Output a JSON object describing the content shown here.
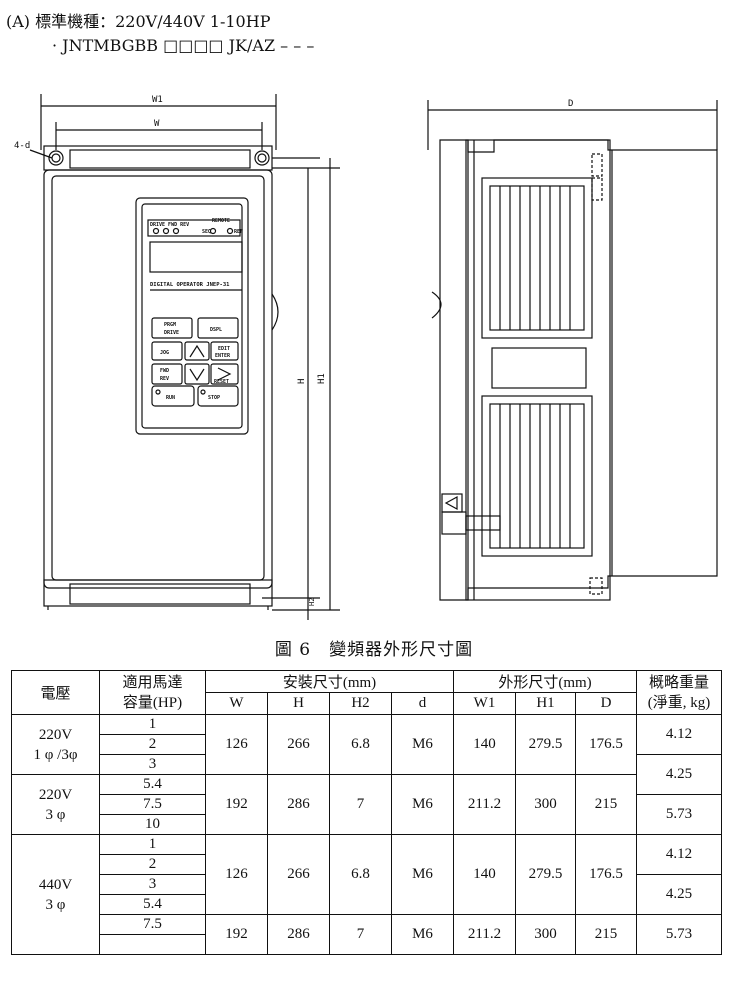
{
  "header": {
    "line1": "(A) 標準機種：220V/440V 1-10HP",
    "line2": "· JNTMBGBB □□□□ JK/AZ – – –"
  },
  "drawing": {
    "labels": {
      "w1": "W1",
      "w": "W",
      "hole": "4-d",
      "h": "H",
      "h1": "H1",
      "h2": "H2",
      "d": "D"
    },
    "panel": {
      "leds": "DRIVE FWD REV",
      "remote": "REMOTE",
      "seq": "SEQ",
      "ref": "REF",
      "title": "DIGITAL OPERATOR JNEP-31",
      "prgm": "PRGM",
      "drive": "DRIVE",
      "dspl": "DSPL",
      "jog": "JOG",
      "edit": "EDIT",
      "enter": "ENTER",
      "fwd": "FWD",
      "rev": "REV",
      "reset": "RESET",
      "run": "RUN",
      "stop": "STOP"
    }
  },
  "caption": "圖 6　變頻器外形尺寸圖",
  "table": {
    "h_voltage": "電壓",
    "h_motor": "適用馬達\n容量(HP)",
    "h_install": "安裝尺寸(mm)",
    "h_outline": "外形尺寸(mm)",
    "h_weight": "概略重量\n(淨重, kg)",
    "sub": {
      "w": "W",
      "h": "H",
      "h2": "H2",
      "d": "d",
      "w1": "W1",
      "h1": "H1",
      "dd": "D"
    },
    "groups": [
      {
        "voltage": "220V\n1 φ /3φ",
        "hp": [
          "1",
          "2",
          "3"
        ],
        "w": "126",
        "h": "266",
        "h2": "6.8",
        "d": "M6",
        "w1": "140",
        "h1": "279.5",
        "dd": "176.5",
        "weights": [
          "4.12",
          "4.25"
        ]
      },
      {
        "voltage": "220V\n3 φ",
        "hp": [
          "5.4",
          "7.5",
          "10"
        ],
        "w": "192",
        "h": "286",
        "h2": "7",
        "d": "M6",
        "w1": "211.2",
        "h1": "300",
        "dd": "215",
        "weight": "5.73"
      },
      {
        "voltage": "440V\n3 φ",
        "hp": [
          "1",
          "2",
          "3",
          "5.4",
          "7.5"
        ],
        "w1g": {
          "w": "126",
          "h": "266",
          "h2": "6.8",
          "d": "M6",
          "w1": "140",
          "h1": "279.5",
          "dd": "176.5",
          "weights": [
            "4.12",
            "4.25"
          ]
        },
        "w2g": {
          "w": "192",
          "h": "286",
          "h2": "7",
          "d": "M6",
          "w1": "211.2",
          "h1": "300",
          "dd": "215",
          "weight": "5.73"
        }
      }
    ]
  }
}
